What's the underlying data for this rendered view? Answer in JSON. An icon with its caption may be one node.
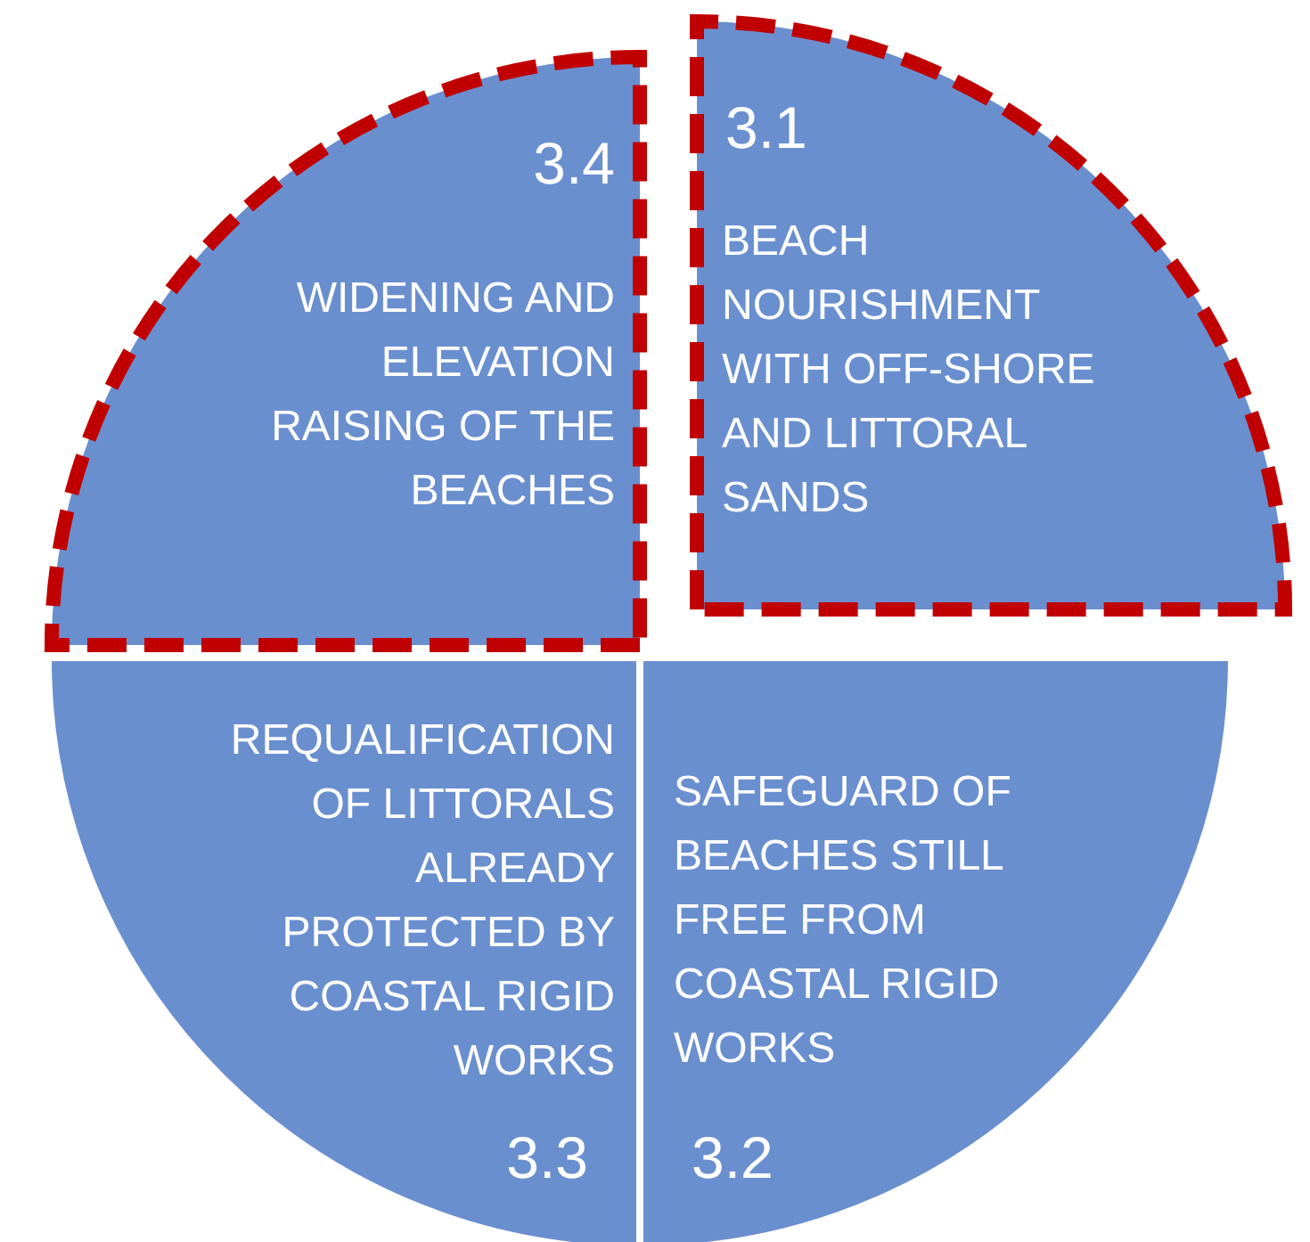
{
  "diagram": {
    "nodes": [
      {
        "text": [
          "3.4",
          "WIDENING AND ELEVATION RAISING OF THE BEACHES"
        ]
      },
      {
        "text": [
          "3.1",
          "BEACH NOURISHMENT WITH OFF-SHORE AND LITTORAL SANDS"
        ]
      },
      {
        "text": [
          "REQUALIFICATION OF LITTORALS ALREADY PROTECTED BY COASTAL RIGID WORKS",
          "3.3"
        ]
      },
      {
        "text": [
          "SAFEGUARD OF BEACHES STILL FREE FROM COASTAL RIGID WORKS",
          "3.2"
        ]
      }
    ]
  }
}
